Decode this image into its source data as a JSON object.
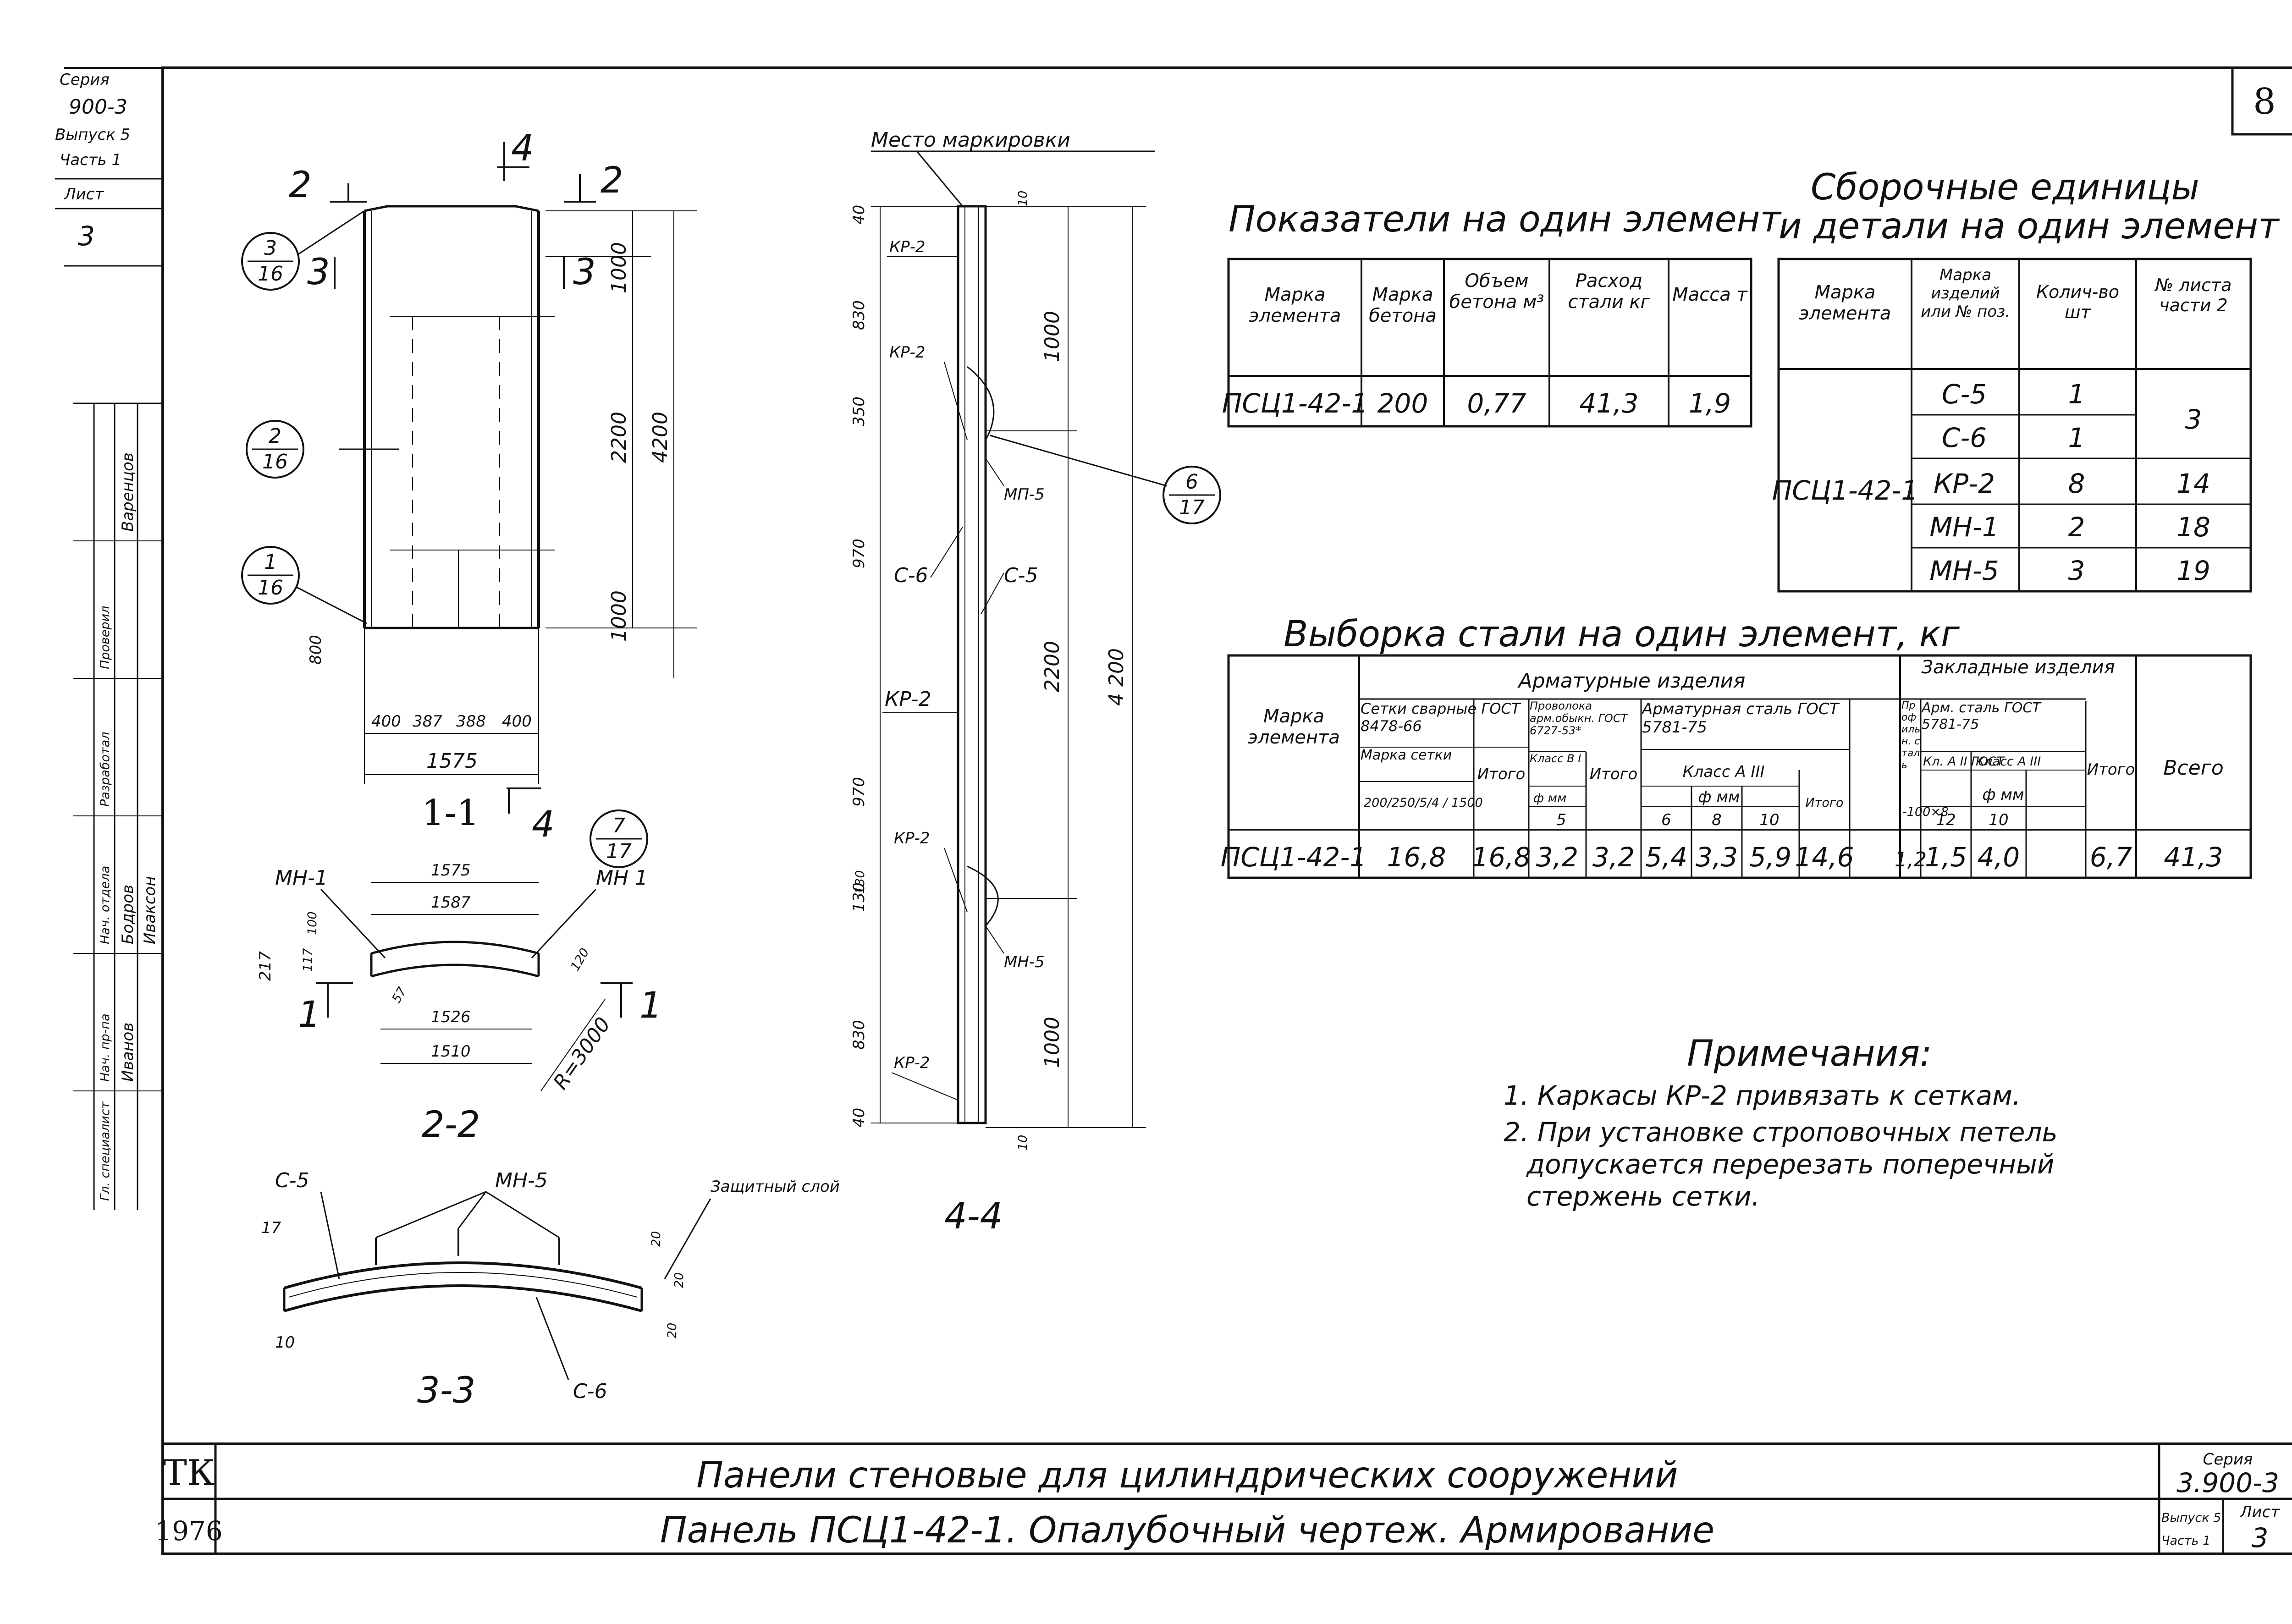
{
  "sheet_number": "8",
  "side_stamp": {
    "series_label": "Серия",
    "series_value": "900-3",
    "issue_label": "Выпуск 5",
    "part_label": "Часть 1",
    "sheet_label": "Лист",
    "sheet_value": "3",
    "sign_roles": [
      "Гл. специалист",
      "Нач. пр-па",
      "Нач. отдела",
      "Разработал",
      "Проверил"
    ],
    "sign_names": [
      "Иванов",
      "Бодров",
      "Варенцов",
      "Иваксон"
    ]
  },
  "views": {
    "section_1_1": "1-1",
    "section_2_2": "2-2",
    "section_3_3": "3-3",
    "section_4_4": "4-4",
    "cut_marks": [
      "2",
      "2",
      "4",
      "4",
      "3",
      "3",
      "1",
      "1"
    ],
    "callouts": [
      {
        "top": "3",
        "bottom": "16"
      },
      {
        "top": "2",
        "bottom": "16"
      },
      {
        "top": "1",
        "bottom": "16"
      },
      {
        "top": "6",
        "bottom": "17"
      },
      {
        "top": "7",
        "bottom": "17"
      }
    ],
    "dims_front": [
      "1000",
      "2200",
      "1000",
      "4200",
      "800",
      "400",
      "387",
      "388",
      "400",
      "1575"
    ],
    "dims_section": [
      "1575",
      "1587",
      "1526",
      "1510",
      "217",
      "117",
      "100",
      "57",
      "120",
      "R=3000"
    ],
    "labels_section": [
      "МН-1",
      "МН 1"
    ],
    "labels_3_3": [
      "С-5",
      "МН-5",
      "С-6",
      "Защитный слой",
      "17",
      "10",
      "20",
      "20",
      "20"
    ],
    "marking_label": "Место маркировки",
    "labels_4_4": [
      "КР-2",
      "КР-2",
      "МП-5",
      "С-6",
      "С-5",
      "КР-2",
      "КР-2",
      "МН-5",
      "КР-2"
    ],
    "dims_4_4_left": [
      "40",
      "830",
      "350",
      "970",
      "970",
      "130",
      "130",
      "830",
      "40"
    ],
    "dims_4_4_right": [
      "10",
      "1000",
      "2200",
      "1000",
      "10"
    ],
    "dim_4_4_total": "4 200"
  },
  "indicators": {
    "title": "Показатели на один элемент",
    "headers": [
      "Марка элемента",
      "Марка бетона",
      "Объем бетона м³",
      "Расход стали кг",
      "Масса т"
    ],
    "row": [
      "ПСЦ1-42-1",
      "200",
      "0,77",
      "41,3",
      "1,9"
    ]
  },
  "assembly": {
    "title_line1": "Сборочные единицы",
    "title_line2": "и детали на один элемент",
    "headers": [
      "Марка элемента",
      "Марка изделий или № поз.",
      "Колич-во шт",
      "№ листа части 2"
    ],
    "element": "ПСЦ1-42-1",
    "rows": [
      [
        "С-5",
        "1",
        "3"
      ],
      [
        "С-6",
        "1",
        ""
      ],
      [
        "КР-2",
        "8",
        "14"
      ],
      [
        "МН-1",
        "2",
        "18"
      ],
      [
        "МН-5",
        "3",
        "19"
      ]
    ]
  },
  "steel": {
    "title": "Выборка стали на один элемент, кг",
    "h_element": "Марка элемента",
    "h_arm": "Арматурные изделия",
    "h_embed": "Закладные изделия",
    "h_total": "Всего",
    "h_mesh": "Сетки сварные ГОСТ 8478-66",
    "h_mesh_mark": "Марка сетки",
    "h_mesh_spec": "200/250/5/4 / 1500",
    "h_itogo": "Итого",
    "h_wire": "Проволока арм.обыкн. ГОСТ 6727-53*",
    "h_wire_class": "Класс В I",
    "h_fi": "ф мм",
    "h_wire_d": "5",
    "h_rebar": "Арматурная сталь ГОСТ 5781-75",
    "h_rebar_class": "Класс А III",
    "h_rebar_fi": "ф мм",
    "h_rebar_d": [
      "6",
      "8",
      "10"
    ],
    "h_profile": "Профильн. сталь",
    "h_profile_size": "-100×8",
    "h_emb_steel": "Арм. сталь ГОСТ 5781-75",
    "h_emb_cls1": "Кл. А II ГОСТ",
    "h_emb_cls2": "Класс А III",
    "h_emb_fi": "ф мм",
    "h_emb_d": [
      "12",
      "10"
    ],
    "row": [
      "ПСЦ1-42-1",
      "16,8",
      "16,8",
      "3,2",
      "3,2",
      "5,4",
      "3,3",
      "5,9",
      "14,6",
      "1,2",
      "1,5",
      "4,0",
      "",
      "6,7",
      "41,3"
    ]
  },
  "notes": {
    "title": "Примечания:",
    "items": [
      "1. Каркасы КР-2 привязать к сеткам.",
      "2. При установке строповочных петель",
      "допускается перерезать поперечный",
      "стержень сетки."
    ]
  },
  "title_block": {
    "org": "ТК",
    "year": "1976",
    "line1": "Панели стеновые для цилиндрических сооружений",
    "line2": "Панель ПСЦ1-42-1. Опалубочный чертеж. Армирование",
    "series_label": "Серия",
    "series_value": "3.900-3",
    "issue": "Выпуск 5",
    "part": "Часть 1",
    "sheet_label": "Лист",
    "sheet_value": "3"
  }
}
